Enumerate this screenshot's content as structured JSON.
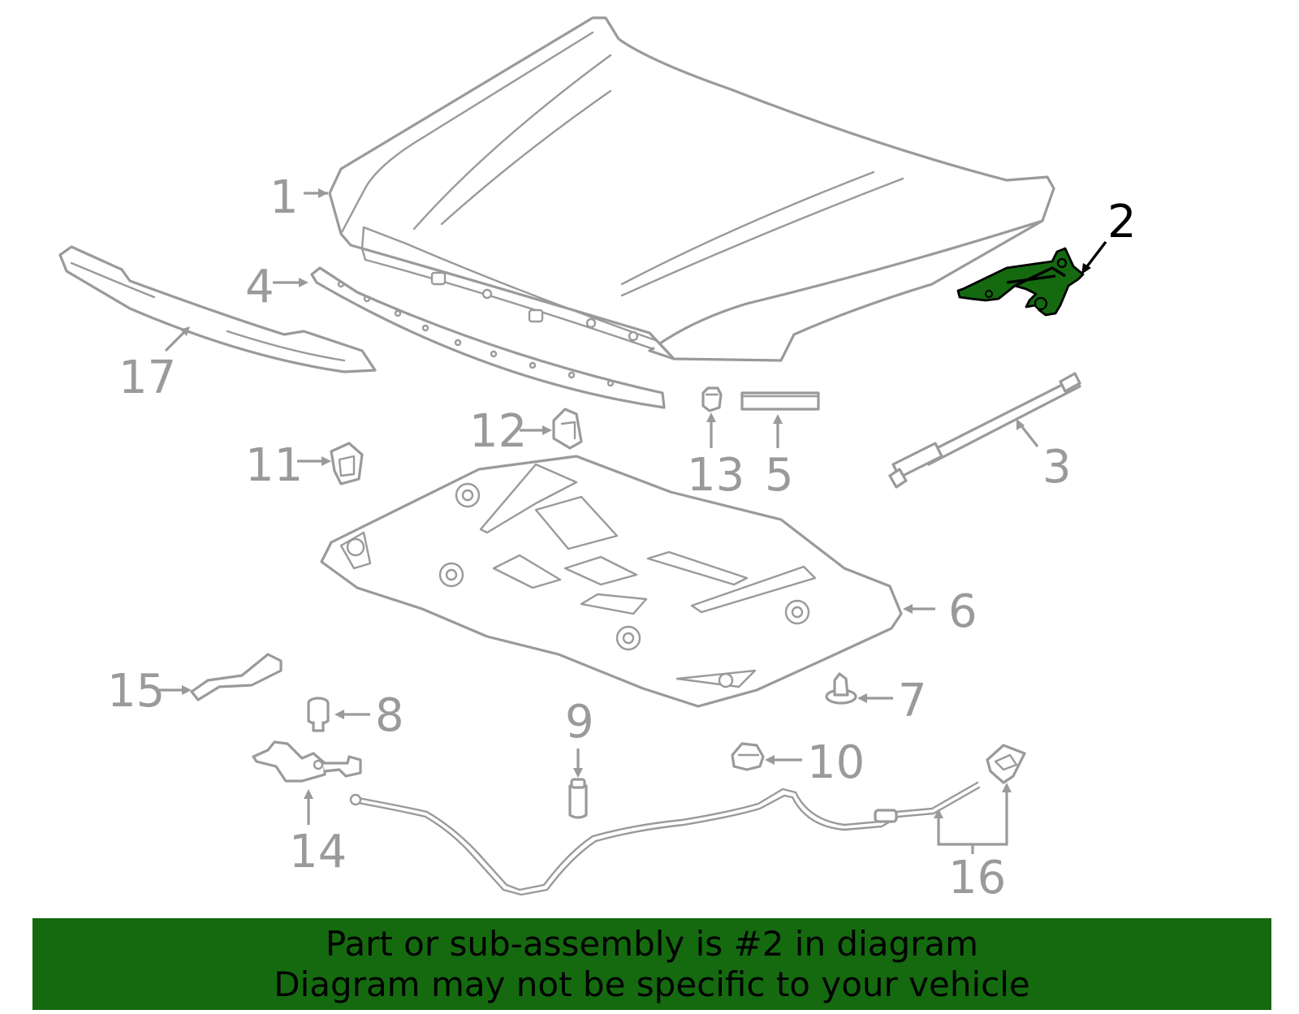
{
  "callouts": {
    "c1": "1",
    "c2": "2",
    "c3": "3",
    "c4": "4",
    "c5": "5",
    "c6": "6",
    "c7": "7",
    "c8": "8",
    "c9": "9",
    "c10": "10",
    "c11": "11",
    "c12": "12",
    "c13": "13",
    "c14": "14",
    "c15": "15",
    "c16": "16",
    "c17": "17"
  },
  "highlighted_part": "2",
  "banner": {
    "line1": "Part or sub-assembly is #2 in diagram",
    "line2": "Diagram may not be specific to your vehicle"
  },
  "colors": {
    "highlight": "#156a10",
    "banner": "#156a10",
    "line_art": "#9a9a9a"
  }
}
